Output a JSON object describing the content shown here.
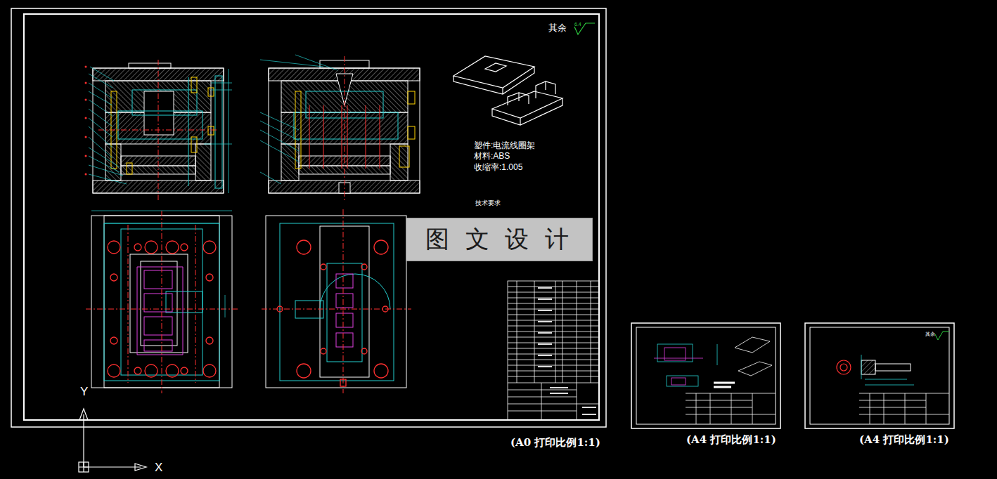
{
  "diagram": {
    "nodes": [
      {
        "text": [
          "图 文 设 计"
        ]
      }
    ],
    "labels": [
      "其余",
      "6.4",
      "塑件:电流线圈架",
      "材料:ABS",
      "收缩率:1.005",
      "技术要求",
      "(A0 打印比例1:1)",
      "(A4 打印比例1:1)",
      "(A4 打印比例1:1)",
      "其余",
      "Y",
      "X"
    ]
  }
}
